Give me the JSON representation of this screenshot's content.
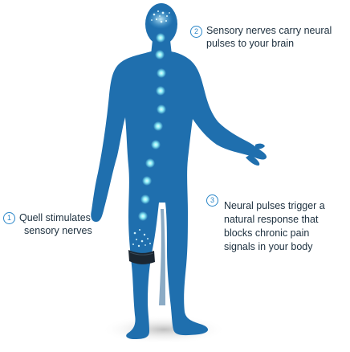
{
  "colors": {
    "body": "#1f6fae",
    "body_shade": "#17578c",
    "pulse": "#7fe6f2",
    "badge": "#2a86c8",
    "text": "#1c2f3e",
    "shadow": "#c9c9c9"
  },
  "callouts": [
    {
      "number": "1",
      "lines": [
        "Quell stimulates",
        "sensory nerves"
      ]
    },
    {
      "number": "2",
      "lines": [
        "Sensory nerves carry neural",
        "pulses to your brain"
      ]
    },
    {
      "number": "3",
      "lines": [
        "Neural pulses trigger a",
        "natural response that",
        "blocks chronic pain",
        "signals in your body"
      ]
    }
  ]
}
